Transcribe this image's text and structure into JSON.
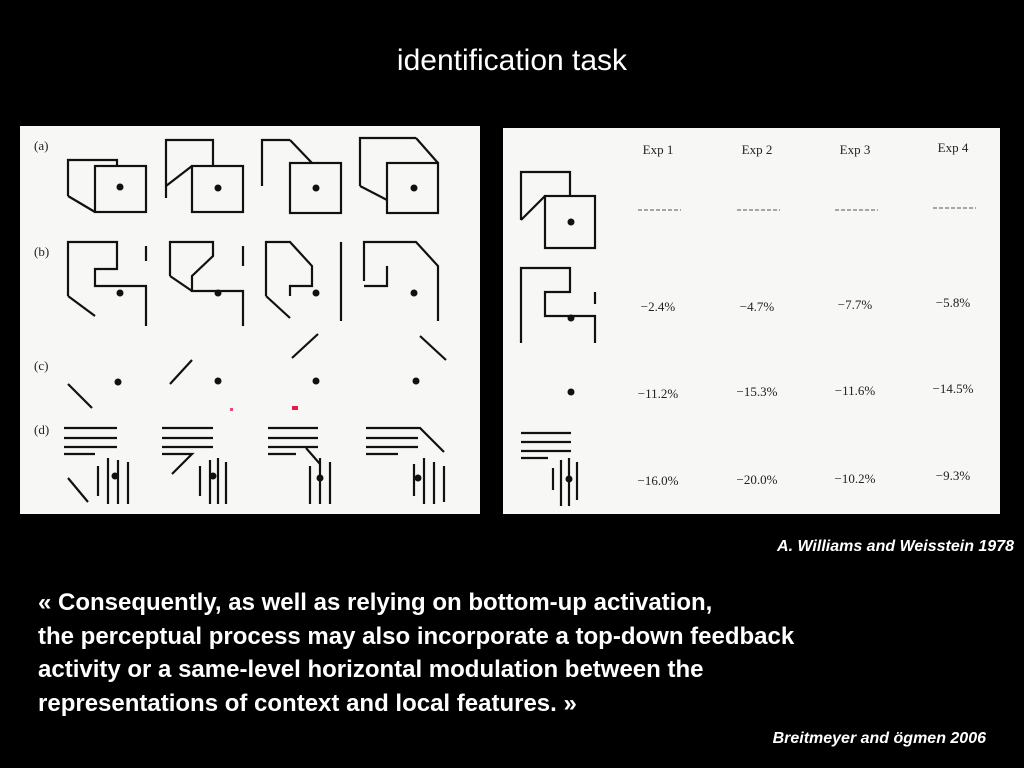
{
  "slide": {
    "title": "identification task"
  },
  "left_figure": {
    "row_labels": [
      "(a)",
      "(b)",
      "(c)",
      "(d)"
    ]
  },
  "right_figure": {
    "headers": [
      "Exp 1",
      "Exp 2",
      "Exp 3",
      "Exp 4"
    ],
    "rows": [
      [
        "",
        "",
        "",
        ""
      ],
      [
        "−2.4%",
        "−4.7%",
        "−7.7%",
        "−5.8%"
      ],
      [
        "−11.2%",
        "−15.3%",
        "−11.6%",
        "−14.5%"
      ],
      [
        "−16.0%",
        "−20.0%",
        "−10.2%",
        "−9.3%"
      ]
    ]
  },
  "citations": {
    "figure": "A. Williams and Weisstein 1978",
    "quote": "Breitmeyer and ögmen 2006"
  },
  "quote_lines": [
    "« Consequently, as well as relying on bottom-up activation,",
    "the perceptual process may also incorporate a top-down feedback",
    "activity or a same-level horizontal modulation between the",
    "representations of context and local features. »"
  ]
}
